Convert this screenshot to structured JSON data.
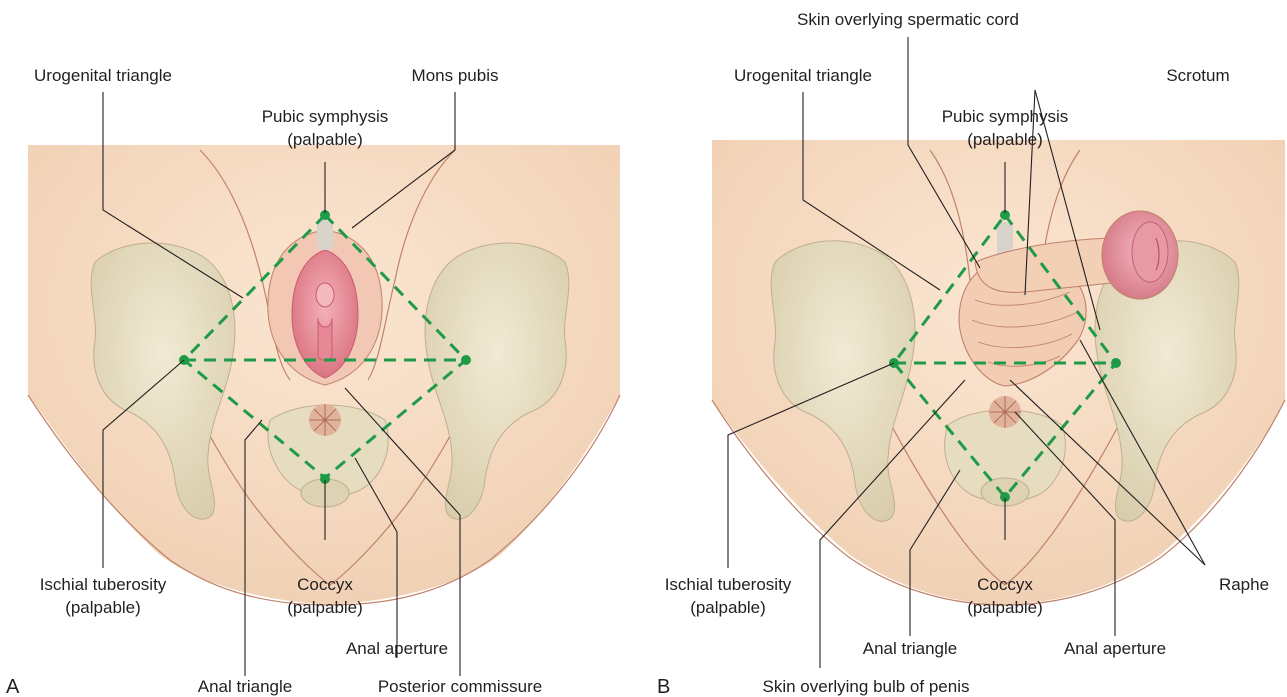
{
  "colors": {
    "skin": "#f7ddc4",
    "skin_shade": "#ecc4a4",
    "bone": "#e9e0c6",
    "bone_shade": "#cfc3a2",
    "mucosa": "#e99aa2",
    "mucosa_dark": "#d56f7d",
    "perineum_triangle": "#1f9a46",
    "outline": "#c0826a"
  },
  "panel_a": {
    "letter": "A",
    "labels": {
      "urogenital_triangle": "Urogenital triangle",
      "mons_pubis": "Mons pubis",
      "pubic_symphysis_1": "Pubic symphysis",
      "pubic_symphysis_2": "(palpable)",
      "ischial_tuberosity_1": "Ischial tuberosity",
      "ischial_tuberosity_2": "(palpable)",
      "coccyx_1": "Coccyx",
      "coccyx_2": "(palpable)",
      "anal_aperture": "Anal aperture",
      "anal_triangle": "Anal triangle",
      "posterior_commissure": "Posterior commissure"
    }
  },
  "panel_b": {
    "letter": "B",
    "labels": {
      "skin_spermatic_cord": "Skin overlying spermatic cord",
      "urogenital_triangle": "Urogenital triangle",
      "scrotum": "Scrotum",
      "pubic_symphysis_1": "Pubic symphysis",
      "pubic_symphysis_2": "(palpable)",
      "ischial_tuberosity_1": "Ischial tuberosity",
      "ischial_tuberosity_2": "(palpable)",
      "coccyx_1": "Coccyx",
      "coccyx_2": "(palpable)",
      "raphe": "Raphe",
      "anal_triangle": "Anal triangle",
      "anal_aperture": "Anal aperture",
      "skin_bulb_penis": "Skin overlying bulb of penis"
    }
  }
}
